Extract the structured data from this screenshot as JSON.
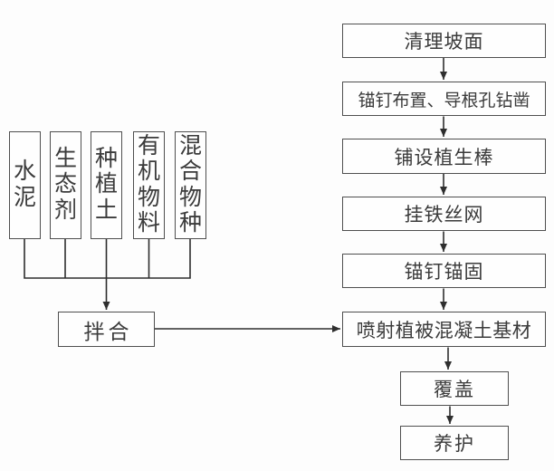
{
  "diagram": {
    "materials": [
      {
        "label": "水泥"
      },
      {
        "label": "生态剂"
      },
      {
        "label": "种植土"
      },
      {
        "label": "有机物料"
      },
      {
        "label": "混合物种"
      }
    ],
    "mix_step": {
      "label": "拌合"
    },
    "main_steps": [
      {
        "label": "清理坡面"
      },
      {
        "label": "锚钉布置、导根孔钻凿"
      },
      {
        "label": "铺设植生棒"
      },
      {
        "label": "挂铁丝网"
      },
      {
        "label": "锚钉锚固"
      },
      {
        "label": "喷射植被混凝土基材"
      },
      {
        "label": "覆盖"
      },
      {
        "label": "养护"
      }
    ],
    "colors": {
      "background": "#fdfdfd",
      "box_border": "#4f4f4f",
      "text": "#3b3b3b",
      "line": "#2e2e2e"
    }
  }
}
